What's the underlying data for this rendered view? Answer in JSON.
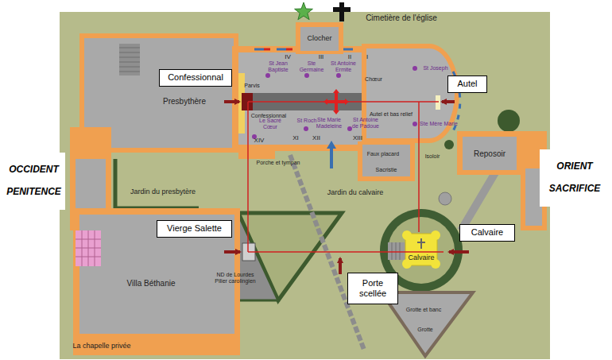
{
  "diagram": {
    "nodes": [
      {
        "text": [
          "Confessionnal"
        ]
      },
      {
        "text": [
          "Autel"
        ]
      },
      {
        "text": [
          "OCCIDENT PENITENCE"
        ]
      },
      {
        "text": [
          "ORIENT SACRIFICE"
        ]
      },
      {
        "text": [
          "Vierge Salette"
        ]
      },
      {
        "text": [
          "Calvaire"
        ]
      },
      {
        "text": [
          "Porte scellée"
        ]
      }
    ],
    "labels": [
      "Clocher",
      "Cimetière de l'église",
      "Presbythère",
      "Parvis",
      "Confessionnal",
      "St Jean Baptiste",
      "Ste Germaine",
      "St Antoine Ermite",
      "Chœur",
      "St Joseph",
      "Autel et bas relief",
      "Ste Mère Marie",
      "Le Sacré Cœur",
      "St Roch",
      "Ste Marie Madeleine",
      "St Antoine de Padoue",
      "Faux placard",
      "Isoloir",
      "Sacristie",
      "Porche et tympan",
      "Jardin du presbytère",
      "Jardin du calvaire",
      "Reposoir",
      "Villa Béthanie",
      "La chapelle privée",
      "ND de Lourdes Pilier carolingien",
      "Calvaire",
      "Grotte et banc",
      "Grotte",
      "IV",
      "III",
      "II",
      "I",
      "XIV",
      "XIII",
      "XII",
      "XI"
    ]
  }
}
